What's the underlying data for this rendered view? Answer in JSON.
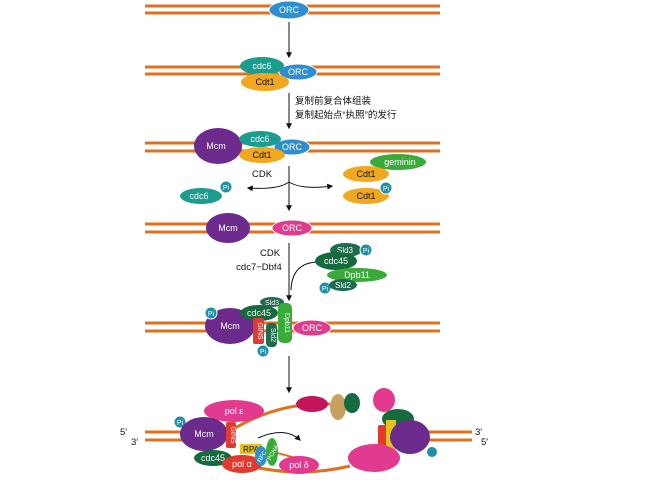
{
  "labels": {
    "orc": "ORC",
    "cdc6": "cdc6",
    "cdt1": "Cdt1",
    "mcm": "Mcm",
    "geminin": "geminin",
    "pi": "Pi",
    "cdk": "CDK",
    "cdc7_dbf4": "cdc7−Dbf4",
    "sld3": "Sld3",
    "sld2": "Sld2",
    "cdc45": "cdc45",
    "dpb11": "Dpb11",
    "gins": "GINS",
    "pol_epsilon": "pol ε",
    "pol_alpha": "pol α",
    "pol_delta": "pol δ",
    "rpa": "RPA",
    "pcna": "PCNA",
    "rfc": "RFC",
    "five_prime": "5′",
    "three_prime": "3′"
  },
  "captions": {
    "line1": "复制前复合体组装",
    "line2": "复制起始点“执照”的发行"
  },
  "colors": {
    "dna": "#e0701e",
    "orc": "#2e8fd0",
    "cdc6": "#1a9c8e",
    "cdt1": "#f0a820",
    "mcm": "#6b2a8c",
    "geminin": "#3aaa3a",
    "pi": "#1e8fa6",
    "cdc45": "#166b3e",
    "gins": "#e23a2e",
    "pol": "#e23a8e",
    "sld": "#1e6b4e"
  }
}
